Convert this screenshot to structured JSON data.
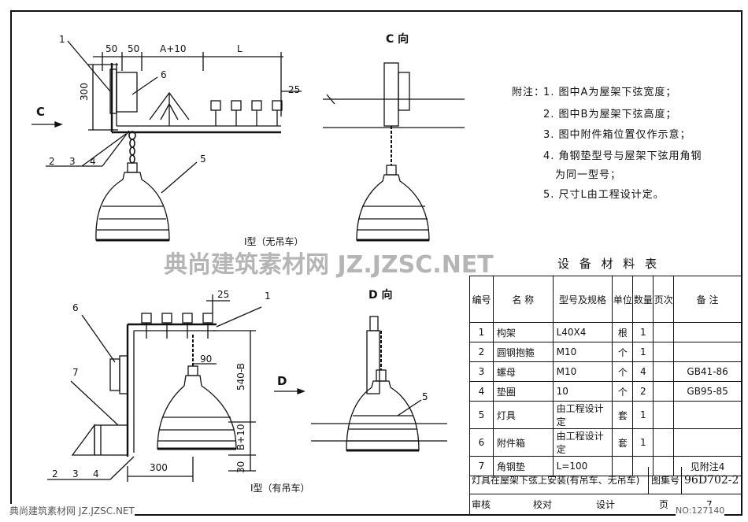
{
  "drawing": {
    "view_c_label": "C 向",
    "view_d_label": "D 向",
    "arrow_c": "C",
    "arrow_d": "D",
    "type1_caption": "Ⅰ型（无吊车）",
    "type2_caption": "Ⅰ型（有吊车）",
    "dims_top": {
      "d50a": "50",
      "d50b": "50",
      "a10": "A+10",
      "l": "L",
      "d25": "25",
      "d300": "300"
    },
    "dims_bottom": {
      "d25": "25",
      "d90": "90",
      "d540b": "540-B",
      "b10": "B+10",
      "d30": "30",
      "d300": "300"
    },
    "callouts_top": {
      "n1": "1",
      "n6": "6",
      "n5": "5",
      "n2": "2",
      "n3": "3",
      "n4": "4"
    },
    "callouts_bottom": {
      "n1": "1",
      "n6": "6",
      "n7": "7",
      "n5": "5",
      "n2": "2",
      "n3": "3",
      "n4": "4"
    }
  },
  "notes": {
    "head": "附注：",
    "items": [
      "1. 图中A为屋架下弦宽度；",
      "2. 图中B为屋架下弦高度；",
      "3. 图中附件箱位置仅作示意；",
      "4. 角钢垫型号与屋架下弦用角钢",
      "为同一型号；",
      "5. 尺寸L由工程设计定。"
    ]
  },
  "table": {
    "title": "设 备 材 料 表",
    "headers": {
      "no": "编号",
      "name": "名 称",
      "spec": "型号及规格",
      "unit": "单位",
      "qty": "数量",
      "page": "页次",
      "remark": "备 注"
    },
    "rows": [
      {
        "no": "1",
        "name": "构架",
        "spec": "L40X4",
        "unit": "根",
        "qty": "1",
        "page": "",
        "remark": ""
      },
      {
        "no": "2",
        "name": "圆钢抱箍",
        "spec": "M10",
        "unit": "个",
        "qty": "1",
        "page": "",
        "remark": ""
      },
      {
        "no": "3",
        "name": "螺母",
        "spec": "M10",
        "unit": "个",
        "qty": "4",
        "page": "",
        "remark": "GB41-86"
      },
      {
        "no": "4",
        "name": "垫圈",
        "spec": "10",
        "unit": "个",
        "qty": "2",
        "page": "",
        "remark": "GB95-85"
      },
      {
        "no": "5",
        "name": "灯具",
        "spec": "由工程设计定",
        "unit": "套",
        "qty": "1",
        "page": "",
        "remark": ""
      },
      {
        "no": "6",
        "name": "附件箱",
        "spec": "由工程设计定",
        "unit": "套",
        "qty": "1",
        "page": "",
        "remark": ""
      },
      {
        "no": "7",
        "name": "角钢垫",
        "spec": "L=100",
        "unit": "",
        "qty": "",
        "page": "",
        "remark": "见附注4"
      }
    ]
  },
  "title_block": {
    "title": "灯具在屋架下弦上安装(有吊车、无吊车)",
    "atlas_label": "图集号",
    "atlas_no": "96D702-2",
    "review": "审核",
    "check": "校对",
    "design": "设计",
    "page_label": "页",
    "page_no": "7"
  },
  "watermark": {
    "big": "典尚建筑素材网 JZ.JZSC.NET",
    "small": "典尚建筑素材网 JZ.JZSC.NET",
    "id": "NO:127140"
  }
}
